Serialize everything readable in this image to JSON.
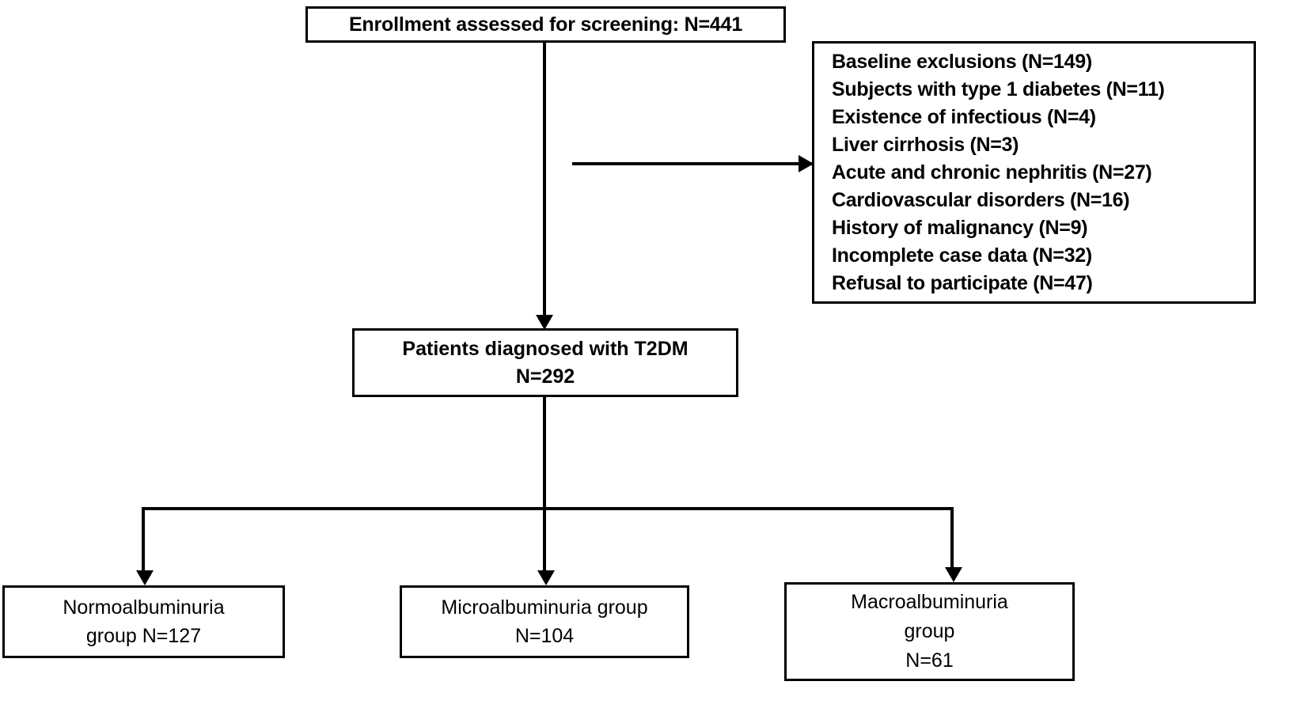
{
  "diagram": {
    "type": "flowchart",
    "title": "Study participant enrollment and group allocation flow diagram",
    "line_color": "#000000",
    "background_color": "#ffffff"
  },
  "nodes": {
    "enrollment": {
      "lines": [
        "Enrollment assessed for screening: N=441"
      ],
      "n": 441
    },
    "exclusions": {
      "lines": [
        "Baseline exclusions (N=149)",
        "Subjects with type 1 diabetes (N=11)",
        "Existence of infectious (N=4)",
        "Liver cirrhosis (N=3)",
        "Acute and chronic nephritis (N=27)",
        "Cardiovascular disorders (N=16)",
        "History of malignancy (N=9)",
        "Incomplete case data (N=32)",
        "Refusal to participate (N=47)"
      ],
      "total_excluded": 149,
      "reasons": [
        {
          "label": "Subjects with type 1 diabetes",
          "n": 11
        },
        {
          "label": "Existence of infectious",
          "n": 4
        },
        {
          "label": "Liver cirrhosis",
          "n": 3
        },
        {
          "label": "Acute and chronic nephritis",
          "n": 27
        },
        {
          "label": "Cardiovascular disorders",
          "n": 16
        },
        {
          "label": "History of malignancy",
          "n": 9
        },
        {
          "label": "Incomplete case data",
          "n": 32
        },
        {
          "label": "Refusal to participate",
          "n": 47
        }
      ]
    },
    "t2dm": {
      "lines": [
        "Patients diagnosed with T2DM",
        "N=292"
      ],
      "n": 292
    },
    "normoalbuminuria": {
      "lines": [
        "Normoalbuminuria",
        "group N=127"
      ],
      "n": 127
    },
    "microalbuminuria": {
      "lines": [
        "Microalbuminuria group",
        "N=104"
      ],
      "n": 104
    },
    "macroalbuminuria": {
      "lines": [
        "Macroalbuminuria",
        "group",
        "N=61"
      ],
      "n": 61
    }
  },
  "connectors": [
    {
      "from": "enrollment",
      "to": "exclusions",
      "direction": "right",
      "arrow": true
    },
    {
      "from": "enrollment",
      "to": "t2dm",
      "direction": "down",
      "arrow": true
    },
    {
      "from": "t2dm",
      "to": "normoalbuminuria",
      "direction": "down",
      "arrow": true
    },
    {
      "from": "t2dm",
      "to": "microalbuminuria",
      "direction": "down",
      "arrow": true
    },
    {
      "from": "t2dm",
      "to": "macroalbuminuria",
      "direction": "down",
      "arrow": true
    }
  ]
}
